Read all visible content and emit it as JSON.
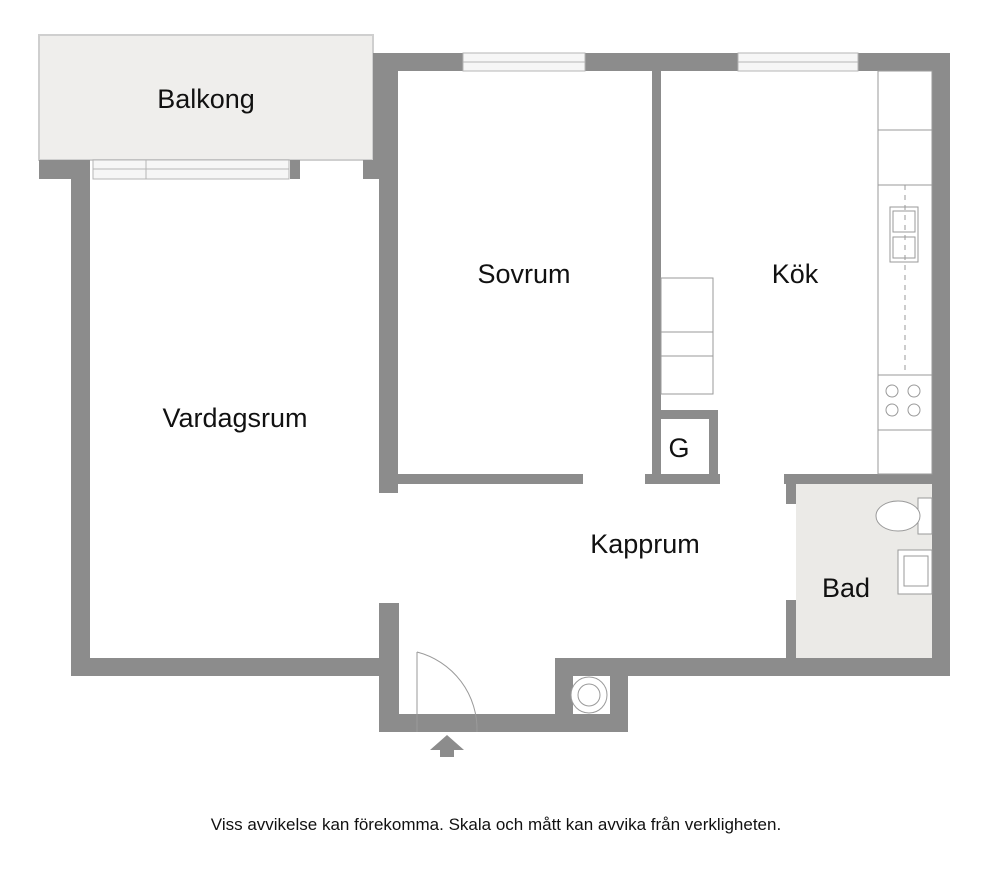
{
  "rooms": {
    "balkong": "Balkong",
    "sovrum": "Sovrum",
    "kok": "Kök",
    "vardagsrum": "Vardagsrum",
    "g": "G",
    "kapprum": "Kapprum",
    "bad": "Bad"
  },
  "disclaimer": "Viss avvikelse kan förekomma. Skala och mått kan avvika från verkligheten.",
  "colors": {
    "wall": "#8c8c8c",
    "balcony_fill": "#efeeec",
    "bath_fill": "#ebeae7",
    "window": "#f4f4f4",
    "fixture_stroke": "#9a9a9a"
  }
}
